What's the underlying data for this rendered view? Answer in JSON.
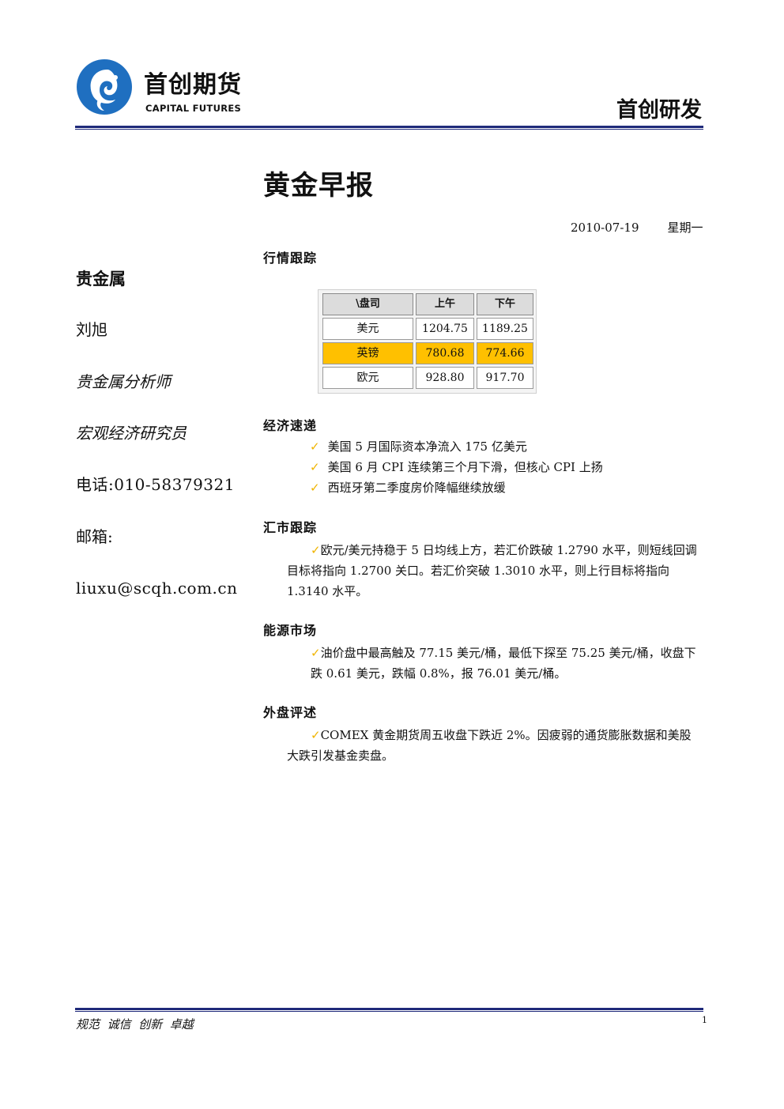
{
  "header": {
    "logo_cn": "首创期货",
    "logo_en": "CAPITAL FUTURES",
    "department": "首创研发",
    "brand_color": "#1f6fc0",
    "rule_color": "#1f2a7a"
  },
  "document": {
    "title": "黄金早报",
    "date": "2010-07-19",
    "weekday": "星期一"
  },
  "sidebar": {
    "category": "贵金属",
    "analyst": "刘旭",
    "role_1": "贵金属分析师",
    "role_2": "宏观经济研究员",
    "phone": "电话:010-58379321",
    "email_label": "邮箱:",
    "email": "liuxu@scqh.com.cn"
  },
  "sections": {
    "market": {
      "heading": "行情跟踪",
      "table": {
        "headers": [
          "\\盘司",
          "上午",
          "下午"
        ],
        "rows": [
          [
            "美元",
            "1204.75",
            "1189.25"
          ],
          [
            "英镑",
            "780.68",
            "774.66"
          ],
          [
            "欧元",
            "928.80",
            "917.70"
          ]
        ],
        "highlight_color": "#ffc000"
      }
    },
    "econ": {
      "heading": "经济速递",
      "items": [
        "美国 5 月国际资本净流入 175 亿美元",
        "美国 6 月 CPI 连续第三个月下滑，但核心 CPI 上扬",
        "西班牙第二季度房价降幅继续放缓"
      ]
    },
    "fx": {
      "heading": "汇市跟踪",
      "text": "欧元/美元持稳于 5 日均线上方，若汇价跌破 1.2790 水平，则短线回调目标将指向 1.2700 关口。若汇价突破 1.3010 水平，则上行目标将指向 1.3140 水平。"
    },
    "energy": {
      "heading": "能源市场",
      "text": "油价盘中最高触及 77.15 美元/桶，最低下探至 75.25 美元/桶，收盘下跌 0.61 美元，跌幅 0.8%，报 76.01 美元/桶。"
    },
    "foreign": {
      "heading": "外盘评述",
      "text": "COMEX 黄金期货周五收盘下跌近 2%。因疲弱的通货膨胀数据和美股大跌引发基金卖盘。"
    }
  },
  "icons": {
    "check": "checkmark-icon",
    "check_color": "#f0b400"
  },
  "footer": {
    "motto": "规范  诚信  创新  卓越",
    "page": "1"
  }
}
